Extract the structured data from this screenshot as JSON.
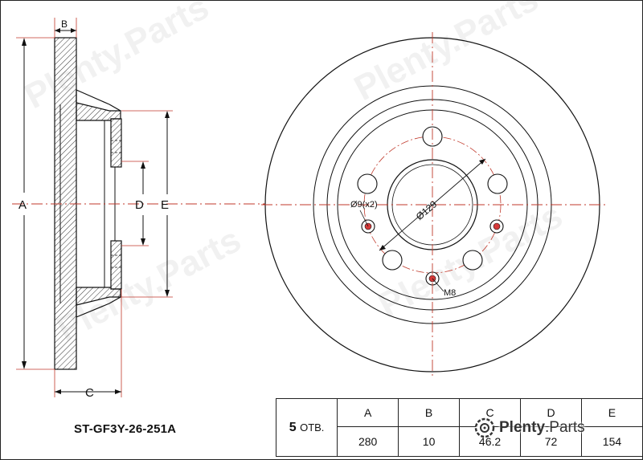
{
  "part_number": "ST-GF3Y-26-251A",
  "holes": {
    "count": "5",
    "unit": "ОТВ."
  },
  "spec_table": {
    "headers": [
      "A",
      "B",
      "C",
      "D",
      "E"
    ],
    "values": [
      "280",
      "10",
      "46.2",
      "72",
      "154"
    ]
  },
  "labels": {
    "a": "A",
    "b": "B",
    "c": "C",
    "d": "D",
    "e": "E",
    "bore": "Ø129",
    "pin_holes": "Ø9(x2)",
    "thread": "M8"
  },
  "brand": {
    "name": "Plenty",
    "suffix": ".Parts",
    "icon": "gear-logo-icon"
  },
  "watermark": "Plenty.Parts",
  "colors": {
    "line": "#111111",
    "center_line": "#c0392b",
    "hole_fill": "#d63a3a",
    "hatch": "#333333"
  }
}
